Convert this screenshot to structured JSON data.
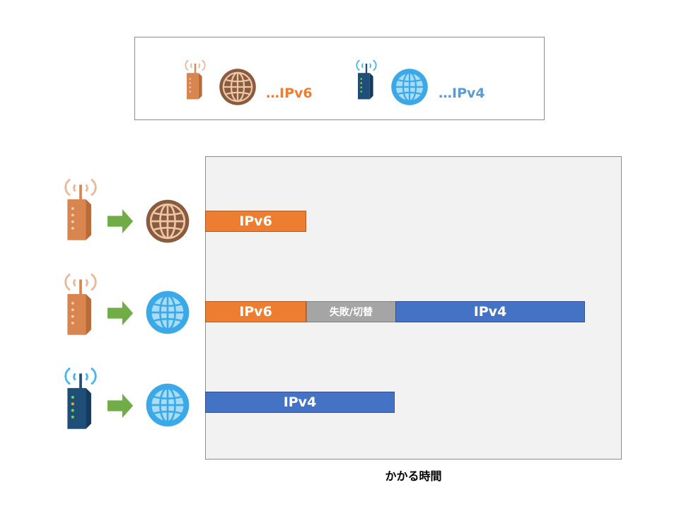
{
  "legend": {
    "ipv6_label": "…IPv6",
    "ipv4_label": "…IPv4",
    "ipv6_color": "#ED7D31",
    "ipv4_color": "#5B9BD5"
  },
  "colors": {
    "ipv6_bar": "#ED7D31",
    "ipv4_bar": "#4472C4",
    "fallback_bar": "#A5A5A5",
    "router_v6": "#D9854F",
    "router_v4": "#1F4E79",
    "globe_v6": "#8C5A3C",
    "globe_v4": "#3BA9E8",
    "arrow": "#70AD47"
  },
  "rows": [
    {
      "router": "router-ipv6-icon",
      "globe": "globe-ipv6-icon",
      "segments": [
        {
          "label": "IPv6",
          "kind": "ipv6"
        }
      ]
    },
    {
      "router": "router-ipv6-icon",
      "globe": "globe-ipv4-icon",
      "segments": [
        {
          "label": "IPv6",
          "kind": "ipv6"
        },
        {
          "label": "失敗/切替",
          "kind": "fallback"
        },
        {
          "label": "IPv4",
          "kind": "ipv4"
        }
      ]
    },
    {
      "router": "router-ipv4-icon",
      "globe": "globe-ipv4-icon",
      "segments": [
        {
          "label": "IPv4",
          "kind": "ipv4"
        }
      ]
    }
  ],
  "x_axis_label": "かかる時間"
}
